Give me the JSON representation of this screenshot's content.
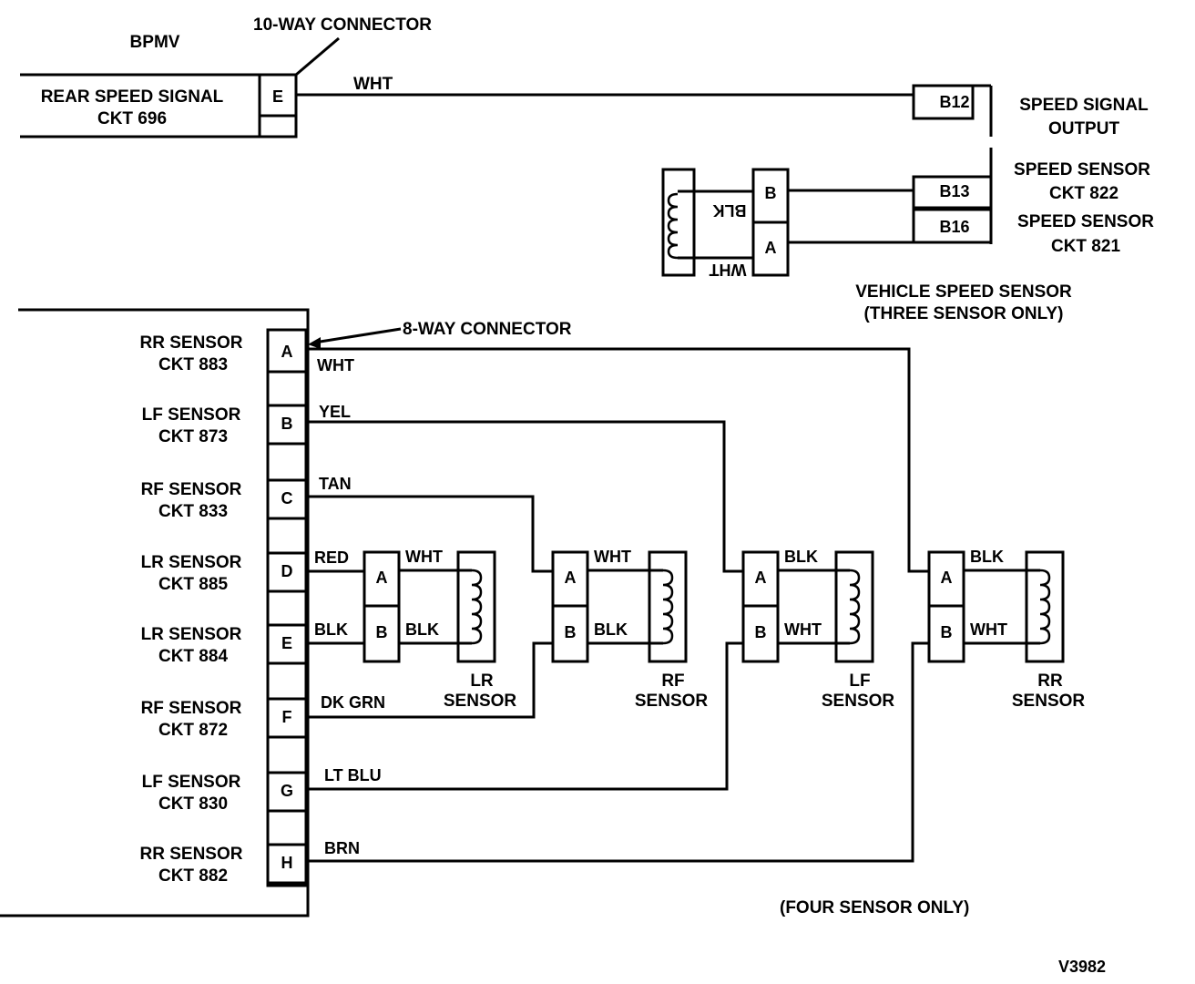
{
  "bpmv": {
    "title": "BPMV",
    "connector_10way_label": "10-WAY CONNECTOR",
    "rear_speed_signal": {
      "line1": "REAR SPEED SIGNAL",
      "line2": "CKT 696",
      "pin": "E",
      "wire": "WHT"
    }
  },
  "vss": {
    "pins": [
      {
        "id": "B12",
        "label_line1": "SPEED SIGNAL",
        "label_line2": "OUTPUT"
      },
      {
        "id": "B13",
        "label_line1": "SPEED SENSOR",
        "label_line2": "CKT 822"
      },
      {
        "id": "B16",
        "label_line1": "SPEED SENSOR",
        "label_line2": "CKT 821"
      }
    ],
    "sensor_connector_pins": [
      "B",
      "A"
    ],
    "wire_b": "BLK",
    "wire_a": "WHT",
    "caption_line1": "VEHICLE SPEED SENSOR",
    "caption_line2": "(THREE SENSOR ONLY)"
  },
  "connector_8way": {
    "label": "8-WAY CONNECTOR",
    "pins": [
      {
        "pin": "A",
        "line1": "RR SENSOR",
        "line2": "CKT 883",
        "wire": "WHT"
      },
      {
        "pin": "B",
        "line1": "LF SENSOR",
        "line2": "CKT 873",
        "wire": "YEL"
      },
      {
        "pin": "C",
        "line1": "RF SENSOR",
        "line2": "CKT 833",
        "wire": "TAN"
      },
      {
        "pin": "D",
        "line1": "LR SENSOR",
        "line2": "CKT 885",
        "wire": "RED"
      },
      {
        "pin": "E",
        "line1": "LR SENSOR",
        "line2": "CKT 884",
        "wire": "BLK"
      },
      {
        "pin": "F",
        "line1": "RF SENSOR",
        "line2": "CKT 872",
        "wire": "DK GRN"
      },
      {
        "pin": "G",
        "line1": "LF SENSOR",
        "line2": "CKT 830",
        "wire": "LT BLU"
      },
      {
        "pin": "H",
        "line1": "RR SENSOR",
        "line2": "CKT 882",
        "wire": "BRN"
      }
    ]
  },
  "wheel_sensors": [
    {
      "name_line1": "LR",
      "name_line2": "SENSOR",
      "pin_a": "A",
      "pin_b": "B",
      "wire_a": "WHT",
      "wire_b": "BLK"
    },
    {
      "name_line1": "RF",
      "name_line2": "SENSOR",
      "pin_a": "A",
      "pin_b": "B",
      "wire_a": "WHT",
      "wire_b": "BLK"
    },
    {
      "name_line1": "LF",
      "name_line2": "SENSOR",
      "pin_a": "A",
      "pin_b": "B",
      "wire_a": "BLK",
      "wire_b": "WHT"
    },
    {
      "name_line1": "RR",
      "name_line2": "SENSOR",
      "pin_a": "A",
      "pin_b": "B",
      "wire_a": "BLK",
      "wire_b": "WHT"
    }
  ],
  "four_sensor_note": "(FOUR SENSOR ONLY)",
  "figure_id": "V3982"
}
